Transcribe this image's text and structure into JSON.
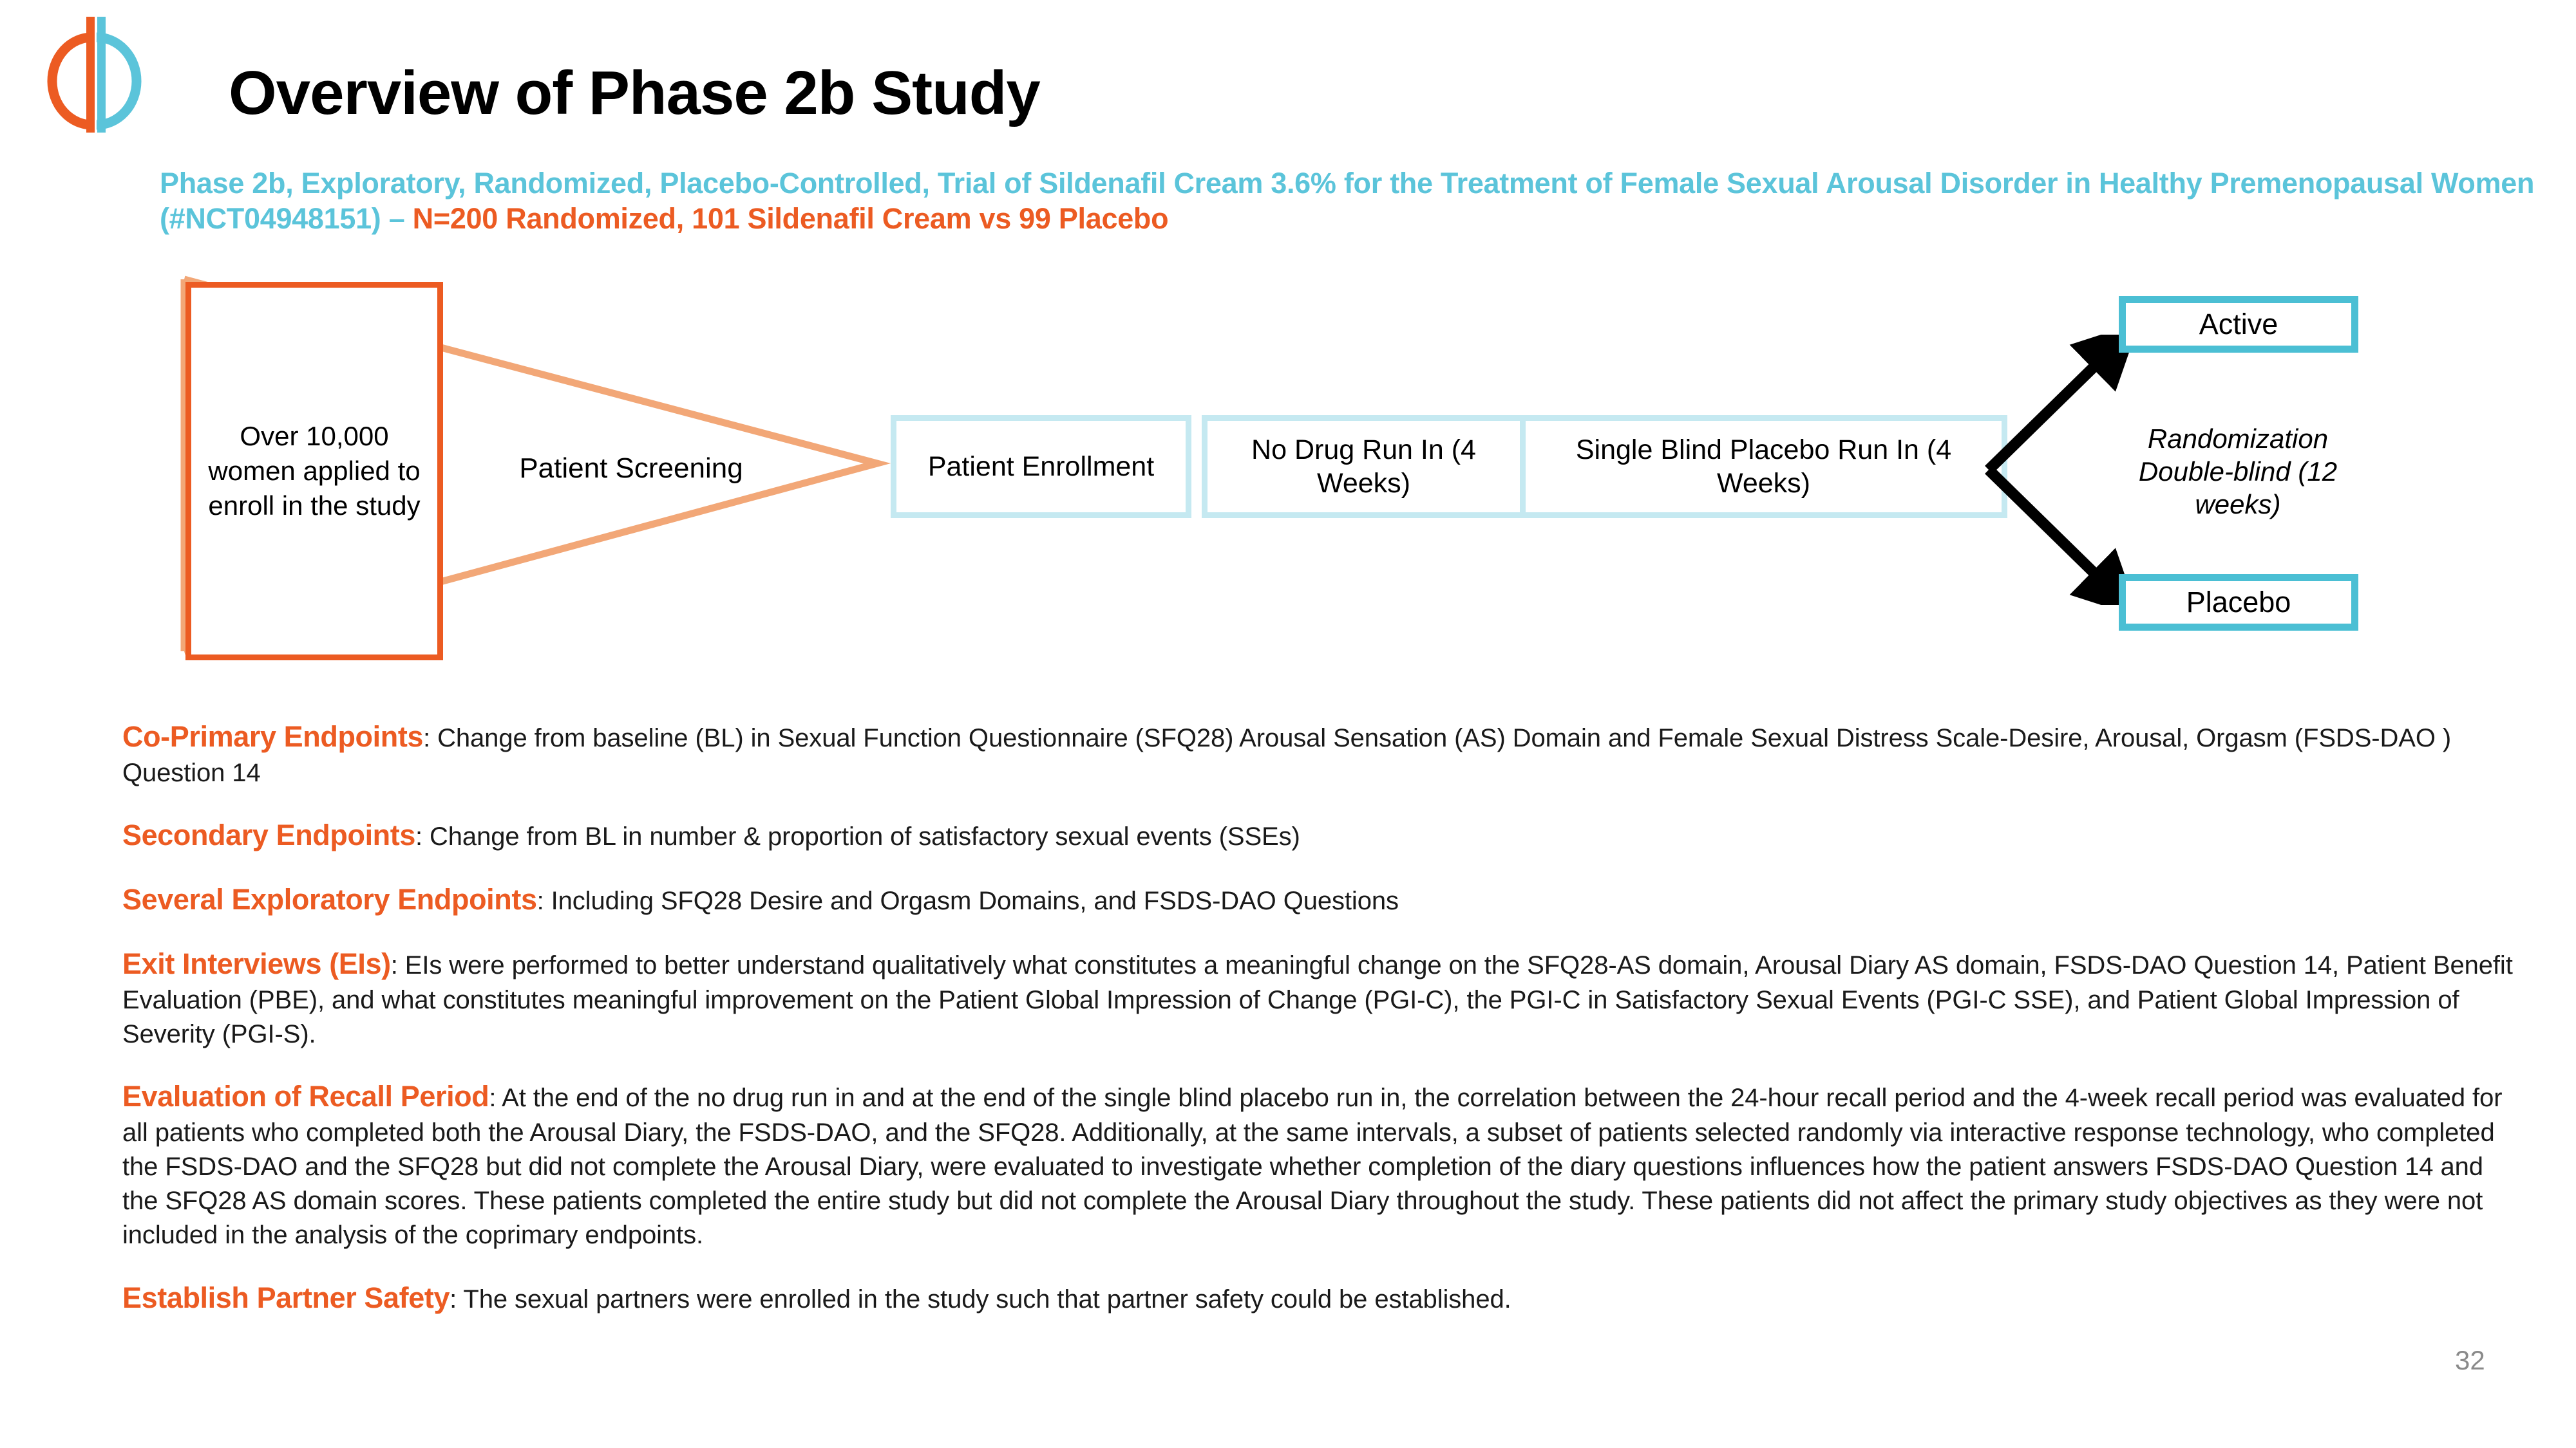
{
  "logo": {
    "icon": "phi-circle-logo",
    "colors": {
      "left": "#EC5B22",
      "right": "#5BC4DA"
    }
  },
  "header": {
    "title": "Overview of Phase 2b Study",
    "subtitle_teal": "Phase 2b, Exploratory, Randomized, Placebo-Controlled, Trial of Sildenafil Cream 3.6% for the Treatment of Female Sexual Arousal Disorder in Healthy Premenopausal Women (#NCT04948151) – ",
    "subtitle_orange": "N=200 Randomized, 101 Sildenafil Cream vs 99 Placebo"
  },
  "diagram": {
    "source_box": "Over 10,000 women applied to enroll in the study",
    "funnel_label": "Patient Screening",
    "stages": [
      {
        "label": "Patient Enrollment"
      },
      {
        "label": "No Drug Run In (4 Weeks)"
      },
      {
        "label": "Single Blind Placebo Run In (4 Weeks)"
      }
    ],
    "arms": [
      {
        "label": "Active"
      },
      {
        "label": "Placebo"
      }
    ],
    "randomization_label": "Randomization Double-blind (12 weeks)"
  },
  "blocks": [
    {
      "lead": "Co-Primary Endpoints",
      "body": ": Change from baseline (BL) in Sexual  Function Questionnaire (SFQ28) Arousal Sensation (AS) Domain and Female Sexual Distress Scale-Desire, Arousal, Orgasm (FSDS-DAO ) Question 14"
    },
    {
      "lead": "Secondary Endpoints",
      "body": ": Change from BL in number & proportion of satisfactory sexual events (SSEs)"
    },
    {
      "lead": "Several Exploratory Endpoints",
      "body": ": Including SFQ28 Desire and Orgasm Domains, and FSDS-DAO Questions"
    },
    {
      "lead": "Exit Interviews (EIs)",
      "body": ":  EIs were performed to better understand qualitatively what constitutes a meaningful change on the SFQ28-AS domain, Arousal Diary AS domain, FSDS-DAO Question 14, Patient Benefit Evaluation (PBE), and what constitutes meaningful improvement on the Patient Global Impression of Change (PGI-C), the PGI-C in Satisfactory Sexual Events (PGI-C SSE), and Patient Global Impression of Severity (PGI-S)."
    },
    {
      "lead": "Evaluation of Recall Period",
      "body": ": At the end of the no drug run in and at the end of the single blind placebo run in, the correlation between the 24-hour recall period and the 4-week recall period was evaluated for all patients who completed both the Arousal Diary, the FSDS-DAO, and the SFQ28. Additionally, at the same intervals, a subset of patients selected randomly via interactive response technology, who completed the FSDS-DAO and the SFQ28 but did not complete the Arousal Diary, were evaluated to investigate whether completion of the diary questions influences how the patient answers FSDS-DAO Question 14 and the SFQ28 AS domain scores.  These patients completed the entire study but did not complete the Arousal Diary throughout the study. These patients did not affect the primary study objectives as they were not included in the analysis of the coprimary endpoints."
    },
    {
      "lead": "Establish Partner Safety",
      "body": ": The sexual partners were enrolled in the study such that partner safety could be established."
    }
  ],
  "footer": {
    "page_number": "32"
  },
  "colors": {
    "orange": "#EC5B22",
    "teal": "#5BC4DA",
    "teal_strong": "#4BBFD4",
    "teal_light": "#C5E9F1",
    "funnel_outline": "#F2A777"
  }
}
